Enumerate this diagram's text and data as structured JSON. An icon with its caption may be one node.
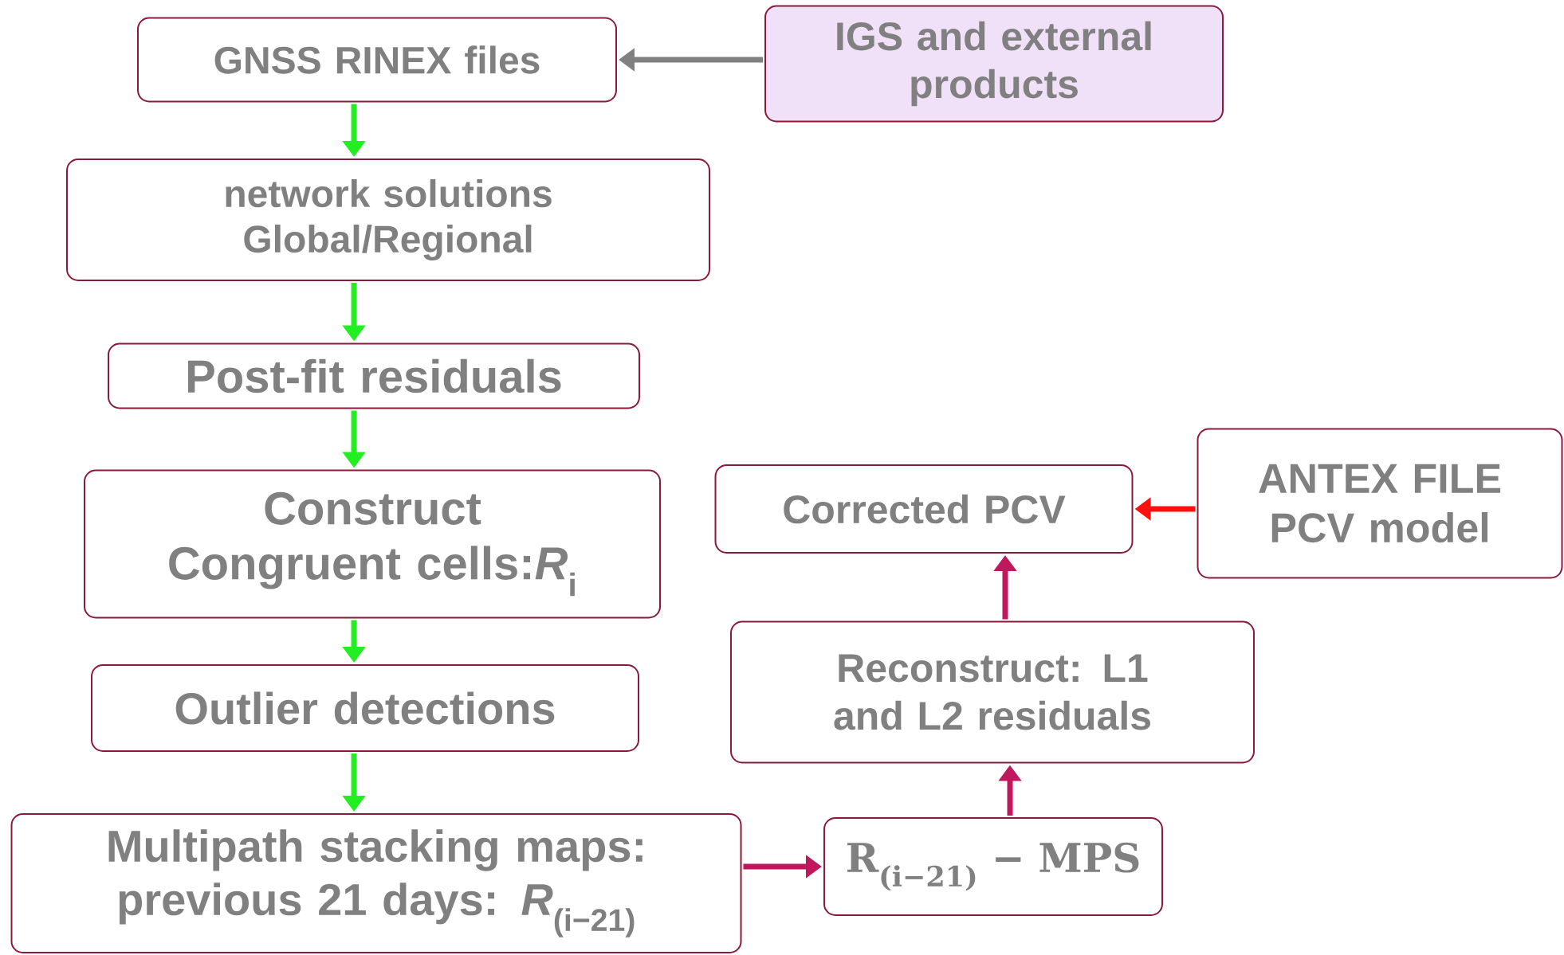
{
  "diagram": {
    "nodes": [
      {
        "text": [
          "GNSS RINEX files"
        ]
      },
      {
        "text": [
          "IGS and external products"
        ]
      },
      {
        "text": [
          "network solutions Global/Regional"
        ]
      },
      {
        "text": [
          "Post-fit residuals"
        ]
      },
      {
        "text": [
          "Construct Congruent cells:*R*$_{i}$"
        ]
      },
      {
        "text": [
          "Outlier detections"
        ]
      },
      {
        "text": [
          "Multipath stacking maps: previous 21 days: *R*$_{(i−21)}$"
        ]
      },
      {
        "text": [
          "R$_{(i−21)}$ − MPS"
        ]
      },
      {
        "text": [
          "Reconstruct: L1 and L2 residuals"
        ]
      },
      {
        "text": [
          "Corrected PCV"
        ]
      },
      {
        "text": [
          "ANTEX FILE PCV model"
        ]
      }
    ],
    "edges": [
      {
        "from": 1,
        "to": 0,
        "arrow": "to",
        "color": "#808080"
      },
      {
        "from": 0,
        "to": 2,
        "arrow": "to"
      },
      {
        "from": 2,
        "to": 3,
        "arrow": "to"
      },
      {
        "from": 3,
        "to": 4,
        "arrow": "to"
      },
      {
        "from": 4,
        "to": 5,
        "arrow": "to"
      },
      {
        "from": 5,
        "to": 6,
        "arrow": "to"
      },
      {
        "from": 6,
        "to": 7,
        "arrow": "to",
        "color": "#c0185c"
      },
      {
        "from": 7,
        "to": 8,
        "arrow": "to",
        "color": "#c0185c"
      },
      {
        "from": 8,
        "to": 9,
        "arrow": "to",
        "color": "#c0185c"
      },
      {
        "from": 10,
        "to": 9,
        "arrow": "to",
        "color": "#ff1010"
      }
    ]
  }
}
